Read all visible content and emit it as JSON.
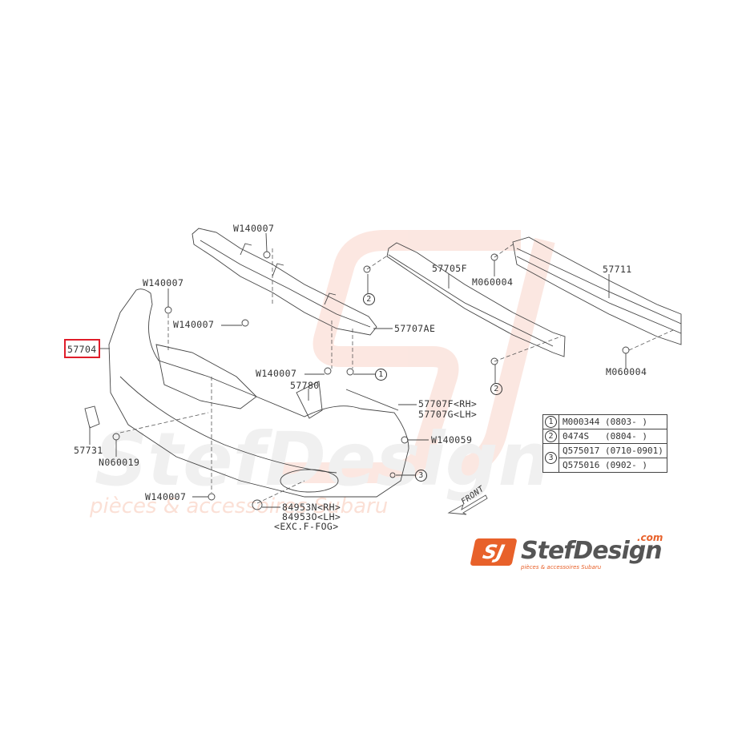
{
  "diagram": {
    "title": "Front bumper exploded parts diagram",
    "highlighted_part": "57704",
    "highlight_color": "#e01d2a",
    "parts": {
      "p57704": "57704",
      "p57731": "57731",
      "pN060019": "N060019",
      "pW140007_a": "W140007",
      "pW140007_b": "W140007",
      "pW140007_c": "W140007",
      "pW140007_d": "W140007",
      "pW140007_e": "W140007",
      "p57707AE": "57707AE",
      "p57705F": "57705F",
      "pM060004_a": "M060004",
      "pM060004_b": "M060004",
      "p57711": "57711",
      "p57780": "57780",
      "p57707F": "57707F<RH>",
      "p57707G": "57707G<LH>",
      "pW140059": "W140059",
      "p84953N": "84953N<RH>",
      "p84953O": "84953O<LH>",
      "pEXC": "<EXC.F-FOG>",
      "front_label": "FRONT"
    },
    "callouts": {
      "c1": "1",
      "c2a": "2",
      "c2b": "2",
      "c3": "3"
    },
    "legend": [
      {
        "ref": "1",
        "part": "M000344",
        "range": "(0803-      )"
      },
      {
        "ref": "2",
        "part": "0474S",
        "range": "(0804-      )"
      },
      {
        "ref": "3",
        "part": "Q575017",
        "range": "(0710-0901)"
      },
      {
        "ref": "3",
        "part": "Q575016",
        "range": "(0902-      )"
      }
    ]
  },
  "watermark": {
    "brand": "StefDesign",
    "tagline": "pièces & accessoires Subaru",
    "color": "#f5c9bc"
  },
  "logo": {
    "mark": "SJ",
    "name": "StefDesign",
    "domain": ".com",
    "tagline": "pièces & accessoires Subaru",
    "accent_color": "#e8612a"
  }
}
